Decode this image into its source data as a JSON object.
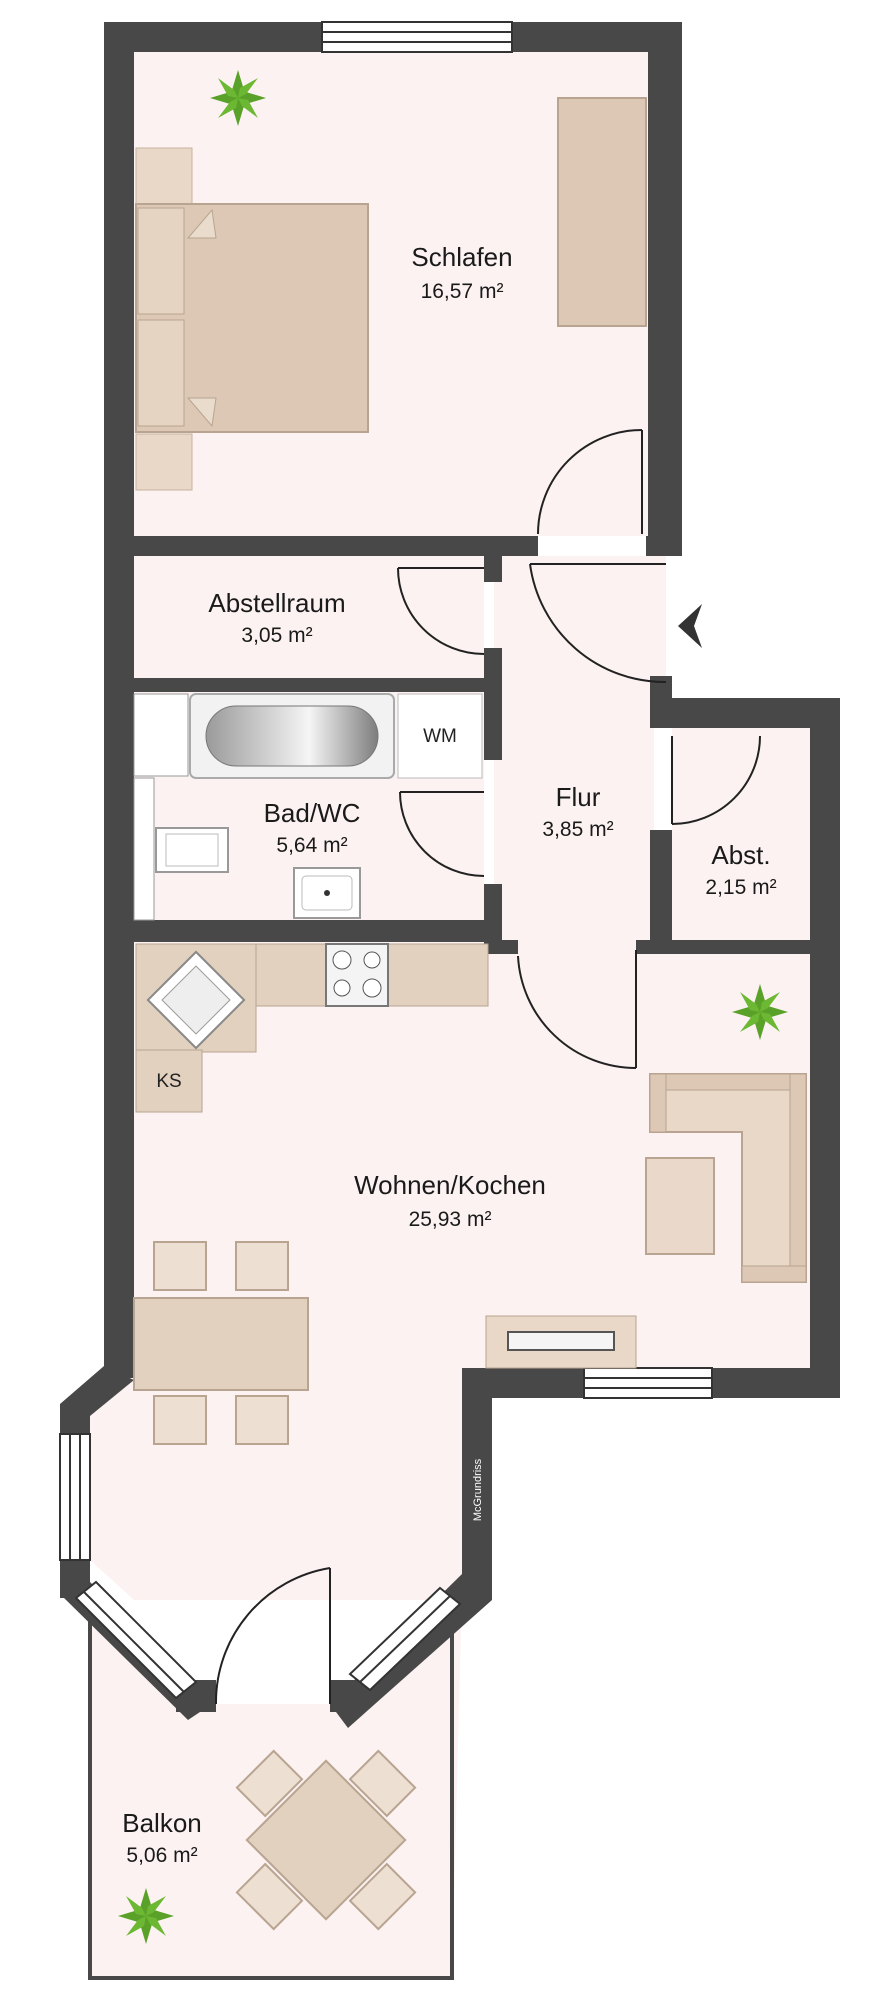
{
  "rooms": {
    "schlafen": {
      "name": "Schlafen",
      "area": "16,57 m²"
    },
    "abstellraum": {
      "name": "Abstellraum",
      "area": "3,05 m²"
    },
    "bad": {
      "name": "Bad/WC",
      "area": "5,64 m²"
    },
    "flur": {
      "name": "Flur",
      "area": "3,85 m²"
    },
    "abst": {
      "name": "Abst.",
      "area": "2,15 m²"
    },
    "wohnen": {
      "name": "Wohnen/Kochen",
      "area": "25,93 m²"
    },
    "balkon": {
      "name": "Balkon",
      "area": "5,06 m²"
    }
  },
  "fixtures": {
    "wm": "WM",
    "ks": "KS"
  },
  "watermark": "McGrundriss",
  "colors": {
    "wall": "#484848",
    "floor": "#fcf2f2",
    "furniture": "#e9d7c8",
    "furniture_dark": "#dcc8b4",
    "plant": "#5aa12a"
  }
}
